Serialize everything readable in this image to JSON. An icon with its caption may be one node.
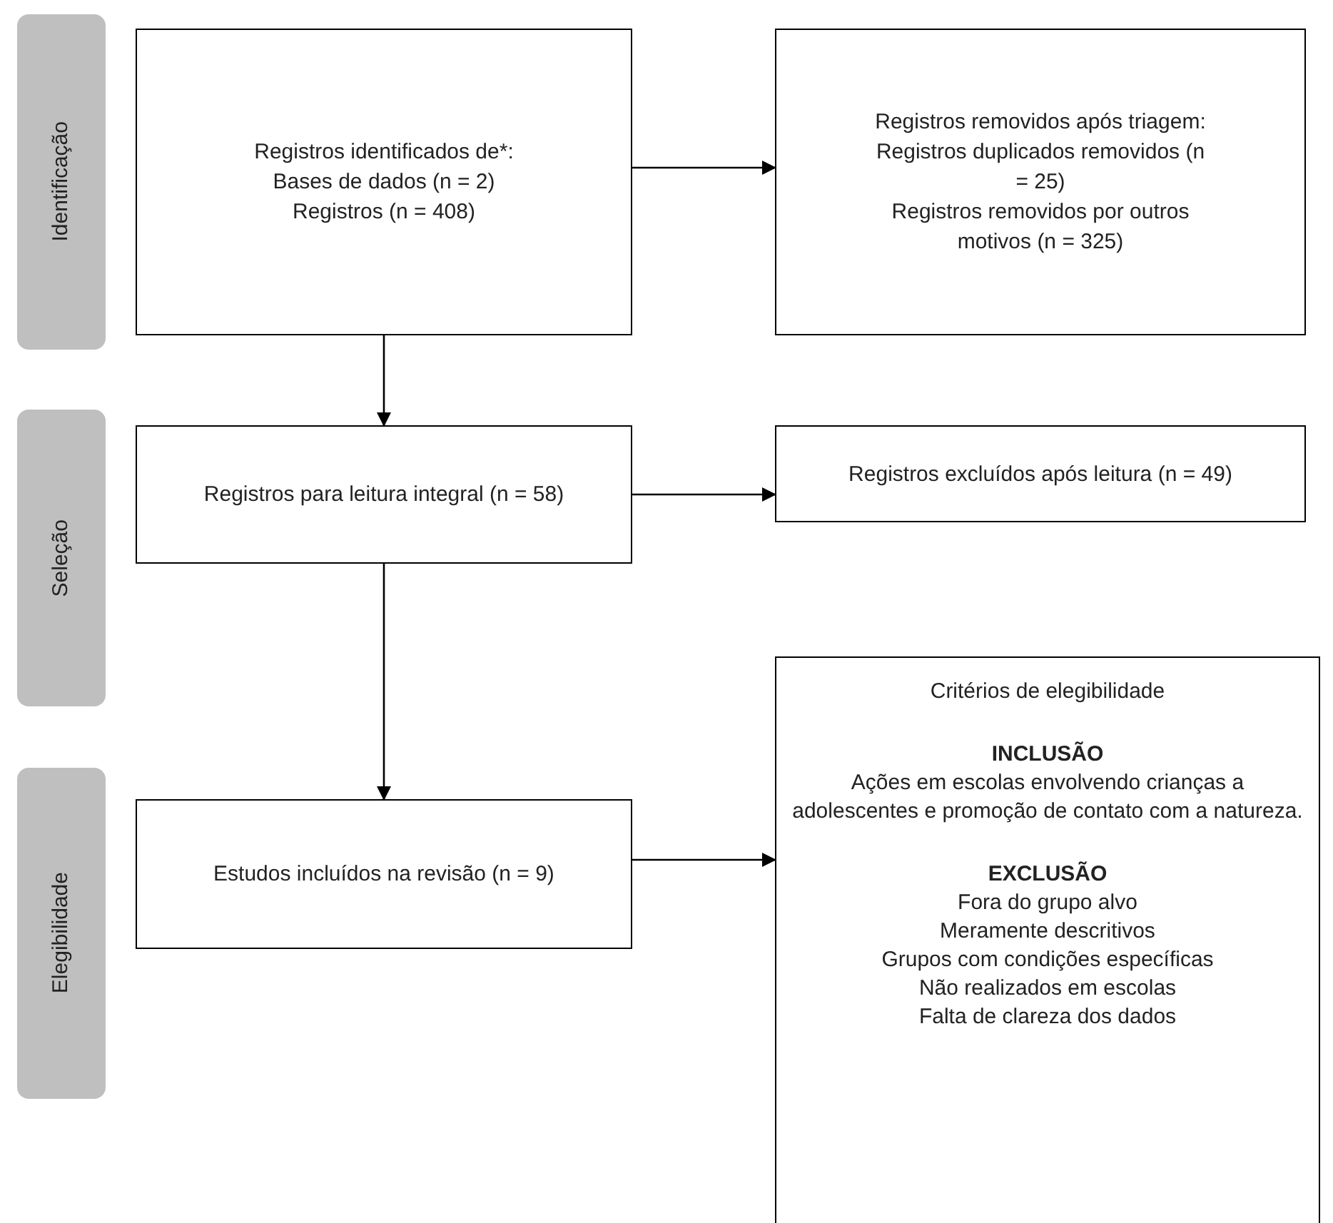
{
  "diagram": {
    "nodes": [
      {
        "text": [
          "Identificação"
        ]
      },
      {
        "text": [
          "Seleção"
        ]
      },
      {
        "text": [
          "Elegibilidade"
        ]
      },
      {
        "text": [
          "Registros identificados de*:",
          "Bases de dados (n = 2)",
          "Registros (n = 408)"
        ]
      },
      {
        "text": [
          "Registros removidos após triagem:",
          "Registros duplicados removidos (n = 25)",
          "Registros removidos por outros motivos (n = 325)"
        ]
      },
      {
        "text": [
          "Registros para leitura integral (n = 58)"
        ]
      },
      {
        "text": [
          "Registros excluídos após leitura (n = 49)"
        ]
      },
      {
        "text": [
          "Estudos incluídos na revisão (n = 9)"
        ]
      },
      {
        "text": [
          "Critérios de elegibilidade",
          "INCLUSÃO",
          "Ações em escolas envolvendo crianças a adolescentes e promoção de contato com a natureza.",
          "EXCLUSÃO",
          "Fora do grupo alvo",
          "Meramente descritivos",
          "Grupos com condições específicas",
          "Não realizados em escolas",
          "Falta de clareza dos dados"
        ]
      }
    ],
    "edges": [
      {
        "from": 3,
        "to": 4,
        "arrow": "to"
      },
      {
        "from": 3,
        "to": 5,
        "arrow": "to"
      },
      {
        "from": 5,
        "to": 6,
        "arrow": "to"
      },
      {
        "from": 5,
        "to": 7,
        "arrow": "to"
      },
      {
        "from": 7,
        "to": 8,
        "arrow": "to"
      }
    ]
  }
}
